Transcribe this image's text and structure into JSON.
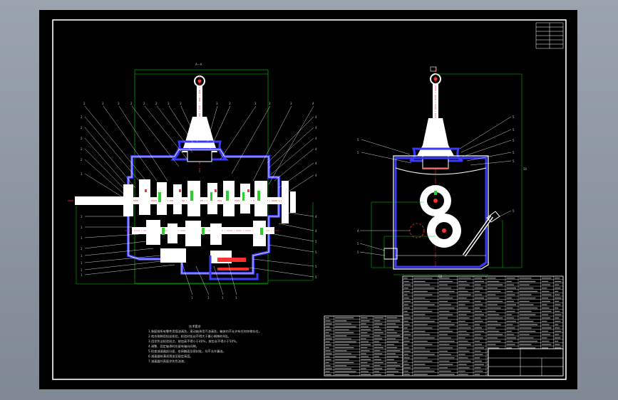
{
  "drawing": {
    "section_label": "A—A",
    "notes": [
      "技术要求",
      "1.装配前所有零件用煤油清洗，滚动轴承用汽油清洗，箱体内不允许有任何杂物存在。",
      "2.啮合侧隙用铅丝检验，检验时铅丝不得大于最小侧隙的4倍。",
      "3.用涂色法检验斑点，按齿高不得小于40%，按齿长不得小于50%。",
      "4.调整、固定轴承时应留有轴向间隙。",
      "5.检查减速器剖分面、各接触面及密封处，均不允许漏油。",
      "6.减速器装满润滑油至规定高度。",
      "7.减速器外表面涂灰色油漆。"
    ]
  }
}
